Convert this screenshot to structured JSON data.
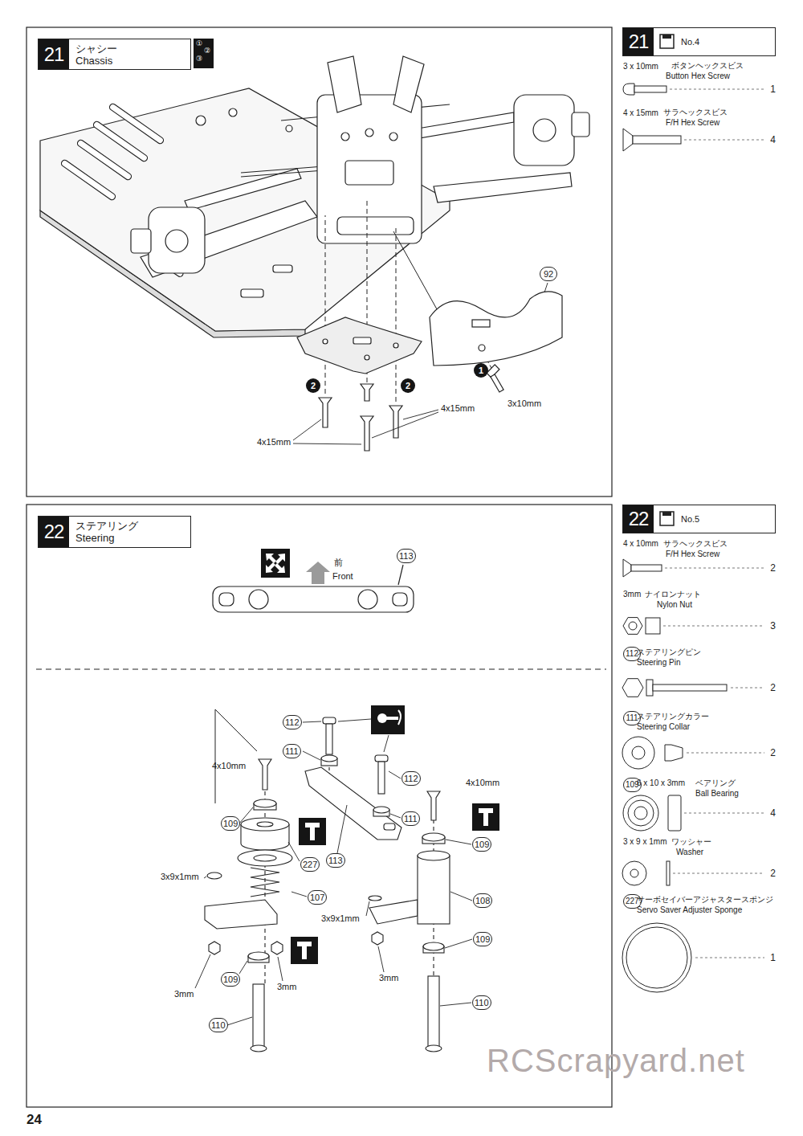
{
  "diagram": {
    "nodes": [
      {
        "text": [
          "21",
          "シャシー Chassis"
        ]
      },
      {
        "text": [
          "21",
          "No.4"
        ]
      },
      {
        "text": [
          "22",
          "ステアリング Steering"
        ]
      },
      {
        "text": [
          "22",
          "No.5"
        ]
      }
    ],
    "labels": [
      "①",
      "②",
      "③",
      "92",
      "1",
      "3x10mm",
      "2",
      "2",
      "4x15mm",
      "4x15mm",
      "3 x 10mm",
      "ボタンヘックスビス",
      "Button Hex Screw",
      "1",
      "4 x 15mm",
      "サラヘックスビス",
      "F/H Hex Screw",
      "4",
      "前",
      "Front",
      "113",
      "112",
      "111",
      "4x10mm",
      "109",
      "227",
      "107",
      "3x9x1mm",
      "3mm",
      "109",
      "3mm",
      "110",
      "113",
      "112",
      "111",
      "4x10mm",
      "109",
      "108",
      "3x9x1mm",
      "3mm",
      "109",
      "110",
      "4 x 10mm",
      "サラヘックスビス",
      "F/H Hex Screw",
      "2",
      "3mm",
      "ナイロンナット",
      "Nylon Nut",
      "3",
      "112",
      "ステアリングピン",
      "Steering Pin",
      "2",
      "111",
      "ステアリングカラー",
      "Steering Collar",
      "2",
      "109",
      "6 x 10 x 3mm",
      "ベアリング",
      "Ball Bearing",
      "4",
      "3 x 9 x 1mm",
      "ワッシャー",
      "Washer",
      "2",
      "227",
      "サーボセイバーアジャスタースポンジ",
      "Servo Saver Adjuster Sponge",
      "1",
      "24",
      "RCScrapyard.net"
    ]
  }
}
